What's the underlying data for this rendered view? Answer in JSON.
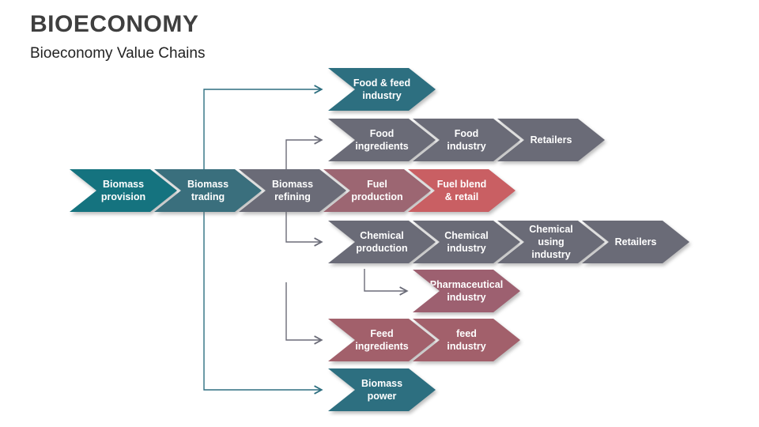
{
  "slide": {
    "title": "BIOECONOMY",
    "subtitle": "Bioeconomy Value Chains"
  },
  "colors": {
    "teal_dark": "#15737F",
    "teal_mid": "#3A6F7D",
    "teal": "#2D6F80",
    "gray": "#6A6B77",
    "mauve": "#9C6672",
    "coral_red": "#C95F63",
    "maroon_pharma": "#9D6070",
    "maroon_feed": "#A2606B",
    "connector_teal": "#2E6F80",
    "connector_gray": "#6B6C78",
    "title_text": "#3f3f3f",
    "chevron_text": "#ffffff"
  },
  "diagram": {
    "rows": {
      "food_feed": {
        "items": [
          {
            "label": "Food & feed\nindustry",
            "color": "#2D6F80"
          }
        ]
      },
      "food": {
        "items": [
          {
            "label": "Food\ningredients",
            "color": "#6A6B77"
          },
          {
            "label": "Food\nindustry",
            "color": "#6A6B77"
          },
          {
            "label": "Retailers",
            "color": "#6A6B77"
          }
        ]
      },
      "main": {
        "items": [
          {
            "label": "Biomass\nprovision",
            "color": "#15737F"
          },
          {
            "label": "Biomass\ntrading",
            "color": "#3A6F7D"
          },
          {
            "label": "Biomass\nrefining",
            "color": "#6A6B77"
          },
          {
            "label": "Fuel\nproduction",
            "color": "#9C6672"
          },
          {
            "label": "Fuel blend\n& retail",
            "color": "#C95F63"
          }
        ]
      },
      "chemical": {
        "items": [
          {
            "label": "Chemical\nproduction",
            "color": "#6A6B77"
          },
          {
            "label": "Chemical\nindustry",
            "color": "#6A6B77"
          },
          {
            "label": "Chemical\nusing\nindustry",
            "color": "#6A6B77"
          },
          {
            "label": "Retailers",
            "color": "#6A6B77"
          }
        ]
      },
      "pharma": {
        "items": [
          {
            "label": "Pharmaceutical\nindustry",
            "color": "#9D6070"
          }
        ]
      },
      "feed": {
        "items": [
          {
            "label": "Feed\ningredients",
            "color": "#A2606B"
          },
          {
            "label": "feed\nindustry",
            "color": "#A2606B"
          }
        ]
      },
      "power": {
        "items": [
          {
            "label": "Biomass\npower",
            "color": "#2D6F80"
          }
        ]
      }
    },
    "connectors": [
      {
        "from": "Biomass trading",
        "to": "Food & feed industry",
        "color": "#2E6F80"
      },
      {
        "from": "Biomass refining",
        "to": "Food ingredients",
        "color": "#6B6C78"
      },
      {
        "from": "Biomass refining",
        "to": "Chemical production",
        "color": "#6B6C78"
      },
      {
        "from": "Chemical production",
        "to": "Pharmaceutical industry",
        "color": "#6B6C78"
      },
      {
        "from": "Biomass refining",
        "to": "Feed ingredients",
        "color": "#6B6C78"
      },
      {
        "from": "Biomass trading",
        "to": "Biomass power",
        "color": "#2E6F80"
      }
    ]
  }
}
